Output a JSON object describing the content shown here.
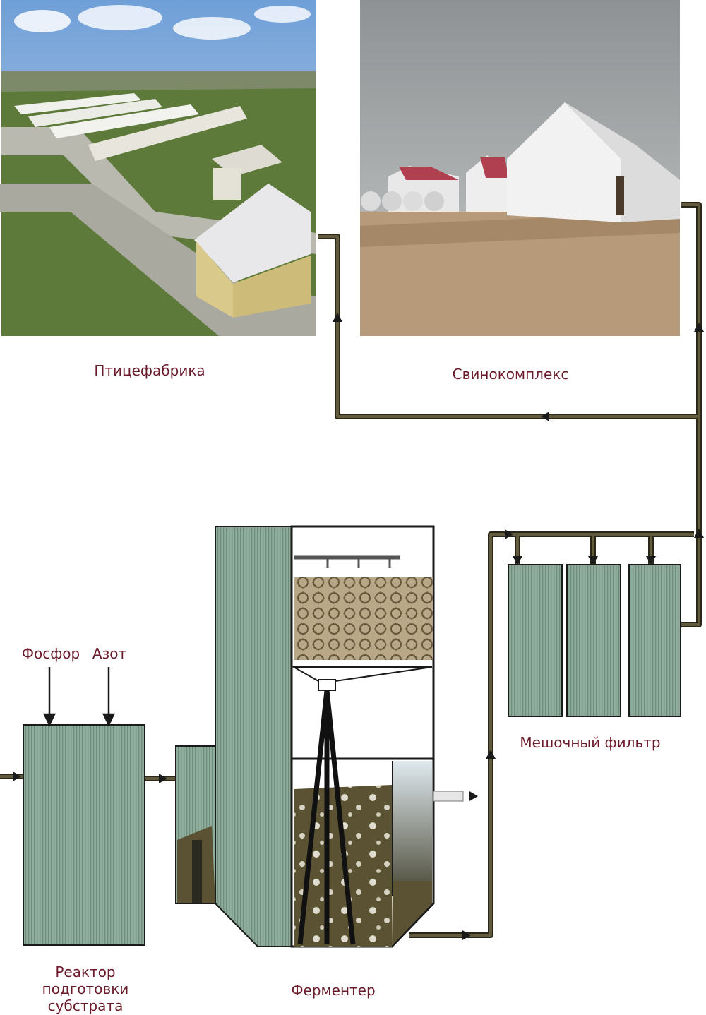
{
  "labels": {
    "poultry": "Птицефабрика",
    "pig": "Свинокомплекс",
    "bag_filter": "Мешочный фильтр",
    "phosphorus": "Фосфор",
    "nitrogen": "Азот",
    "reactor_line1": "Реактор",
    "reactor_line2": "подготовки",
    "reactor_line3": "субстрата",
    "fermenter": "Ферментер"
  },
  "colors": {
    "pipe": "#4f4a35",
    "tank": "#8fad9c",
    "liquid": "#5a5232",
    "label": "#6b1a2a"
  }
}
